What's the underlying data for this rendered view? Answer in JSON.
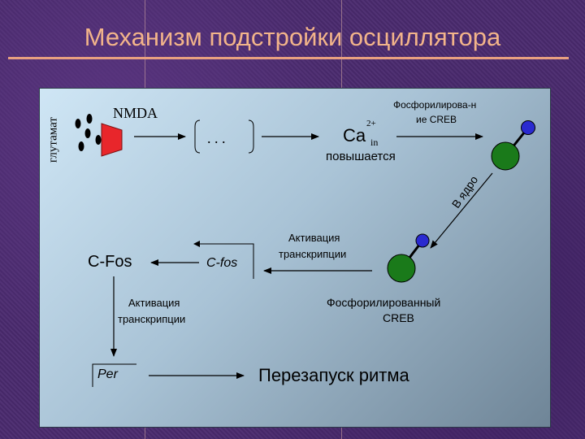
{
  "slide": {
    "title": "Механизм подстройки осциллятора"
  },
  "diagram": {
    "glutamate": "глутамат",
    "nmda": "NMDA",
    "dots": ". . .",
    "ca": "Ca",
    "ca_charge": "2+",
    "ca_sub": "in",
    "ca_rises": "повышается",
    "phosphorylation_line1": "Фосфорилирова-н",
    "phosphorylation_line2": "ие CREB",
    "to_nucleus": "В ядро",
    "activation1_line1": "Активация",
    "activation1_line2": "транскрипции",
    "phospho_creb_line1": "Фосфорилированный",
    "phospho_creb_line2": "CREB",
    "cfos_protein": "C-Fos",
    "cfos_gene": "C-fos",
    "activation2_line1": "Активация",
    "activation2_line2": "транскрипции",
    "per_gene": "Per",
    "rhythm_reset": "Перезапуск ритма"
  },
  "colors": {
    "title": "#f2b48a",
    "receptor": "#e8262b",
    "creb_body": "#1a7a1a",
    "phosphate": "#2a2ad0"
  }
}
